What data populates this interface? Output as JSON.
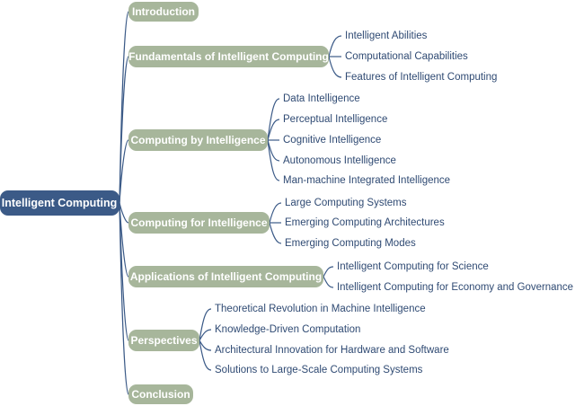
{
  "root": {
    "label": "Intelligent Computing"
  },
  "branches": [
    {
      "label": "Introduction",
      "children": []
    },
    {
      "label": "Fundamentals of Intelligent Computing",
      "children": [
        "Intelligent Abilities",
        "Computational Capabilities",
        "Features of Intelligent Computing"
      ]
    },
    {
      "label": "Computing by Intelligence",
      "children": [
        "Data Intelligence",
        "Perceptual Intelligence",
        "Cognitive Intelligence",
        "Autonomous Intelligence",
        "Man-machine Integrated Intelligence"
      ]
    },
    {
      "label": "Computing for Intelligence",
      "children": [
        "Large Computing Systems",
        "Emerging Computing Architectures",
        "Emerging Computing Modes"
      ]
    },
    {
      "label": "Applications of Intelligent Computing",
      "children": [
        "Intelligent Computing for Science",
        "Intelligent Computing for Economy and Governance"
      ]
    },
    {
      "label": "Perspectives",
      "children": [
        "Theoretical Revolution in Machine Intelligence",
        "Knowledge-Driven Computation",
        "Architectural Innovation for Hardware and Software",
        "Solutions to Large-Scale Computing Systems"
      ]
    },
    {
      "label": "Conclusion",
      "children": []
    }
  ],
  "colors": {
    "root_fill": "#3b5a87",
    "branch_fill": "#a7b69b",
    "connector": "#3b5a87",
    "leaf_text": "#2f4a73"
  }
}
